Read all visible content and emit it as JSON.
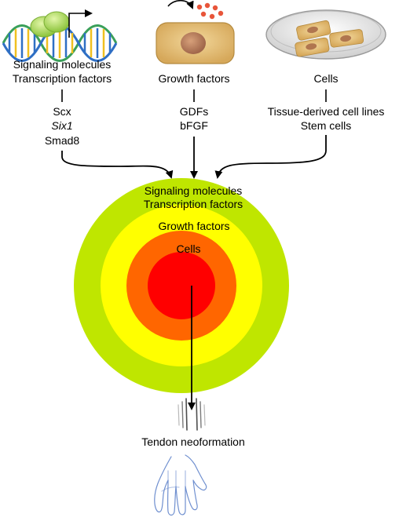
{
  "columns": {
    "left": {
      "heading": [
        "Signaling molecules",
        "Transcription factors"
      ],
      "items": [
        "Scx",
        "Six1",
        "Smad8"
      ]
    },
    "middle": {
      "heading": [
        "Growth factors"
      ],
      "items": [
        "GDFs",
        "bFGF"
      ]
    },
    "right": {
      "heading": [
        "Cells"
      ],
      "items": [
        "Tissue-derived cell lines",
        "Stem cells"
      ]
    }
  },
  "rings": {
    "outer_label": [
      "Signaling molecules",
      "Transcription factors"
    ],
    "middle_label": "Growth factors",
    "inner_label": "Cells",
    "colors": [
      "#bfe600",
      "#ffff00",
      "#ff6600",
      "#ff0000"
    ]
  },
  "outcome": "Tendon neoformation"
}
